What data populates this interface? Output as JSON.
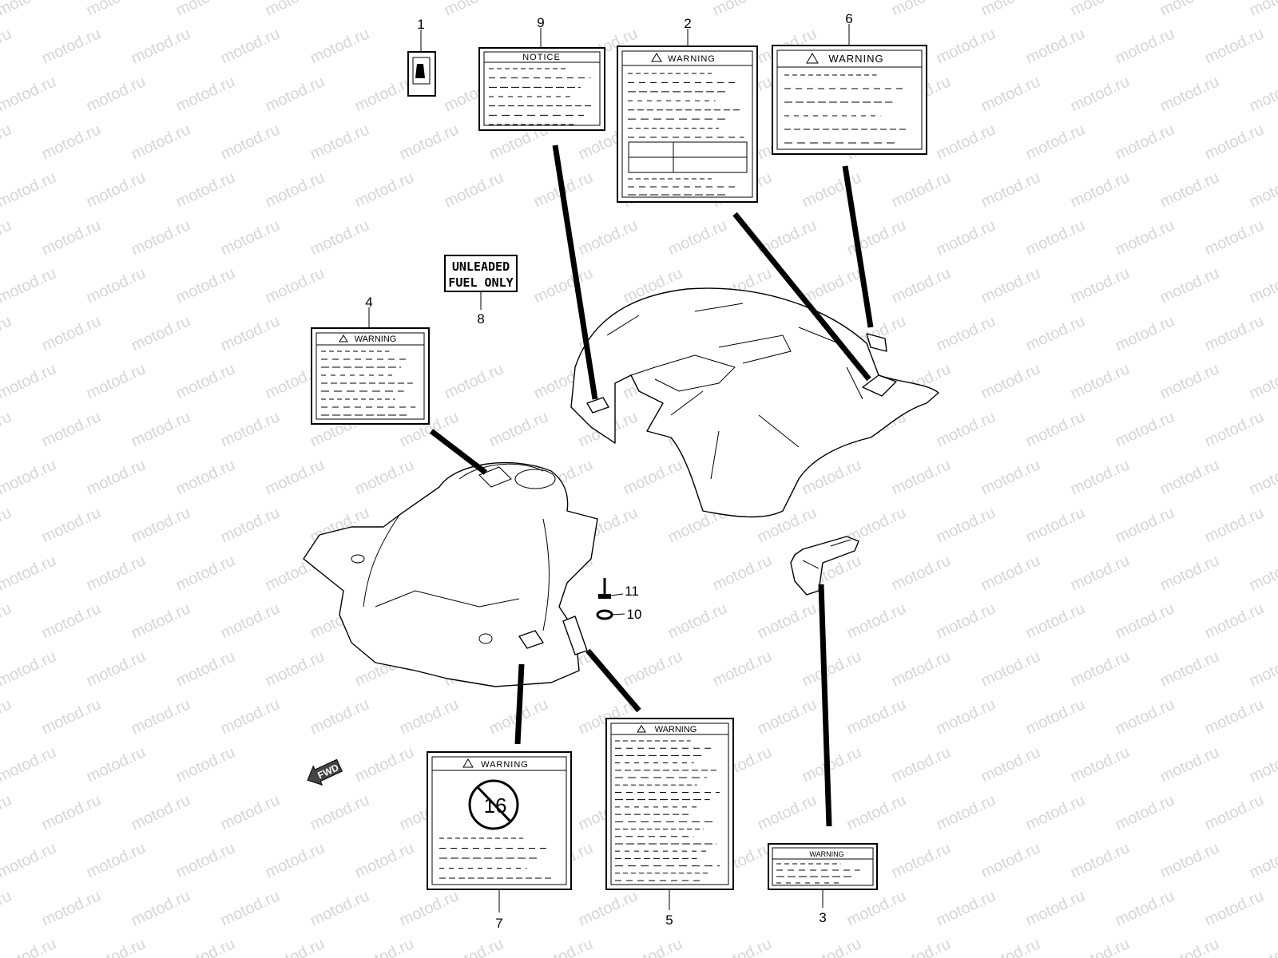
{
  "watermark": "motod.ru",
  "callouts": {
    "n1": "1",
    "n2": "2",
    "n3": "3",
    "n4": "4",
    "n5": "5",
    "n6": "6",
    "n7": "7",
    "n8": "8",
    "n9": "9",
    "n10": "10",
    "n11": "11"
  },
  "labels": {
    "notice": "NOTICE",
    "warning": "WARNING",
    "unleaded_line1": "UNLEADED",
    "unleaded_line2": "FUEL ONLY",
    "age": "16",
    "fwd": "FWD"
  },
  "colors": {
    "line": "#000000",
    "watermark": "#d6d6d6"
  }
}
